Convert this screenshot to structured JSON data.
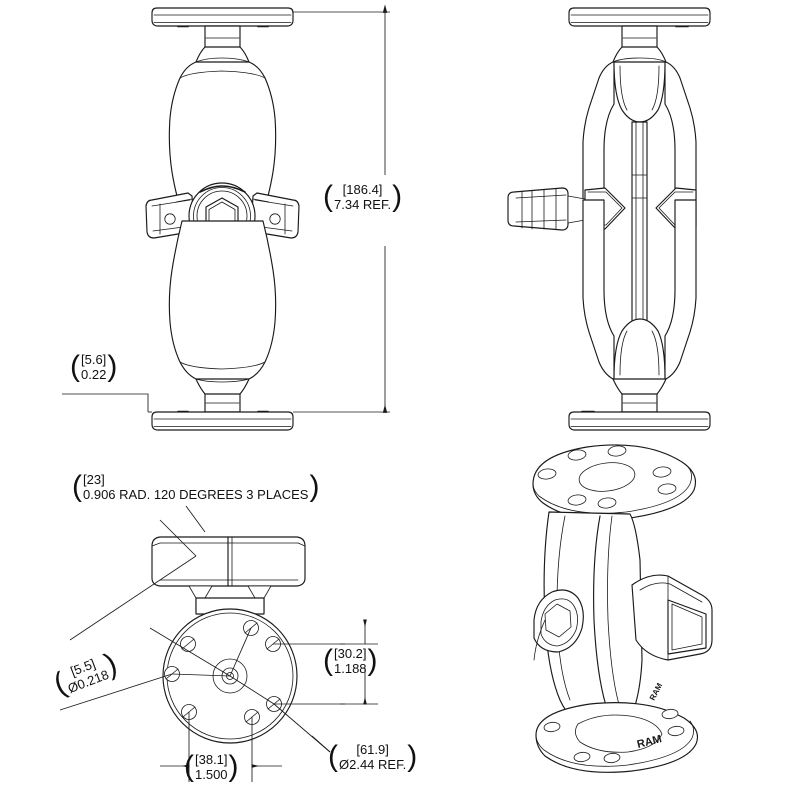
{
  "drawing": {
    "type": "engineering-technical-drawing",
    "subject": "RAM double socket arm mount with round base plates",
    "brand_mark": "RAM",
    "line_color": "#1a1a1a",
    "background": "#ffffff",
    "views": [
      {
        "id": "front-view",
        "label": "",
        "position": "top-left"
      },
      {
        "id": "side-view",
        "label": "",
        "position": "top-right"
      },
      {
        "id": "top-plan-view",
        "label": "",
        "position": "bottom-left"
      },
      {
        "id": "isometric-view",
        "label": "",
        "position": "bottom-right"
      }
    ]
  },
  "dimensions": {
    "overall_height": {
      "metric": "[186.4]",
      "imperial": "7.34 REF.",
      "view": "front-view",
      "orientation": "vertical"
    },
    "plate_thickness": {
      "metric": "[5.6]",
      "imperial": "0.22",
      "view": "front-view",
      "orientation": "leader"
    },
    "hole_radius_pattern": {
      "metric": "[23]",
      "imperial": "0.906 RAD. 120 DEGREES 3 PLACES",
      "view": "top-plan-view",
      "orientation": "leader"
    },
    "hole_diameter": {
      "metric": "[5.5]",
      "imperial": "Ø0.218",
      "view": "top-plan-view",
      "orientation": "rotated-leader"
    },
    "bolt_spacing_vertical": {
      "metric": "[30.2]",
      "imperial": "1.188",
      "view": "top-plan-view",
      "orientation": "vertical"
    },
    "bolt_spacing_horizontal": {
      "metric": "[38.1]",
      "imperial": "1.500",
      "view": "top-plan-view",
      "orientation": "horizontal"
    },
    "base_diameter": {
      "metric": "[61.9]",
      "imperial": "Ø2.44 REF.",
      "view": "top-plan-view",
      "orientation": "leader"
    }
  }
}
